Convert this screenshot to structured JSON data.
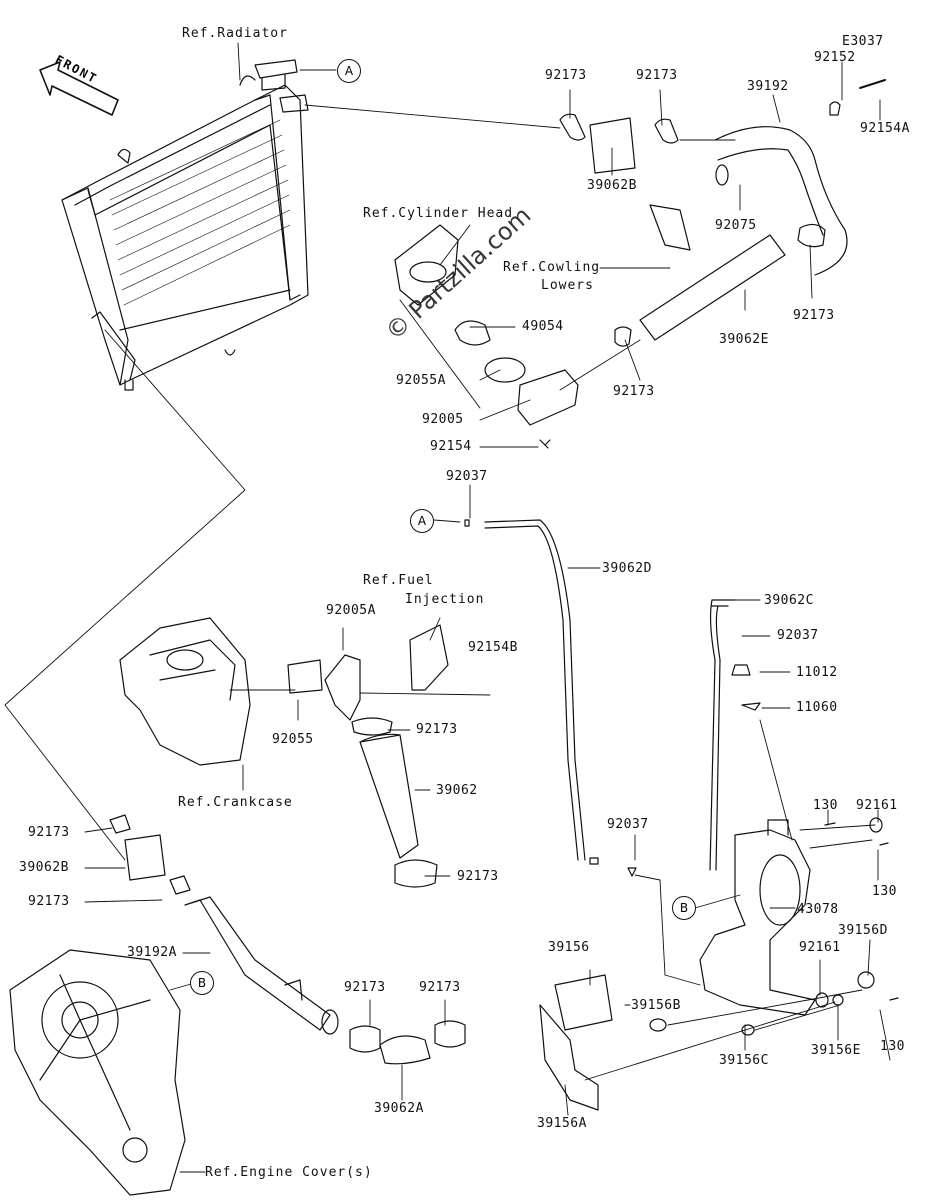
{
  "diagram_code": "E3037",
  "watermark": "© Partzilla.com",
  "front_label": "FRONT",
  "callouts": {
    "a": "A",
    "b": "B"
  },
  "references": {
    "radiator": "Ref.Radiator",
    "cylinder_head": "Ref.Cylinder Head",
    "cowling_line1": "Ref.Cowling",
    "cowling_line2": "Lowers",
    "fuel_line1": "Ref.Fuel",
    "fuel_line2": "Injection",
    "crankcase": "Ref.Crankcase",
    "engine_cover": "Ref.Engine Cover(s)"
  },
  "parts": {
    "p92173_top1": "92173",
    "p92173_top2": "92173",
    "p39192": "39192",
    "p92152": "92152",
    "p92154A": "92154A",
    "p39062B_top": "39062B",
    "p92075": "92075",
    "p92173_right": "92173",
    "p49054": "49054",
    "p39062E": "39062E",
    "p92055A": "92055A",
    "p92173_mid": "92173",
    "p92005": "92005",
    "p92154": "92154",
    "p92037_top": "92037",
    "p39062D": "39062D",
    "p39062C": "39062C",
    "p92037_right": "92037",
    "p11012": "11012",
    "p11060": "11060",
    "p92005A": "92005A",
    "p92154B": "92154B",
    "p92055": "92055",
    "p92173_fi": "92173",
    "p39062": "39062",
    "p92173_low": "92173",
    "p92037_mid": "92037",
    "p130_a": "130",
    "p92161_a": "92161",
    "p130_b": "130",
    "p43078": "43078",
    "p92173_left1": "92173",
    "p39062B_left": "39062B",
    "p92173_left2": "92173",
    "p39192A": "39192A",
    "p92173_bot1": "92173",
    "p92173_bot2": "92173",
    "p39062A": "39062A",
    "p39156": "39156",
    "p39156B": "39156B",
    "p39156D": "39156D",
    "p92161_b": "92161",
    "p130_c": "130",
    "p39156E": "39156E",
    "p39156C": "39156C",
    "p39156A": "39156A"
  }
}
